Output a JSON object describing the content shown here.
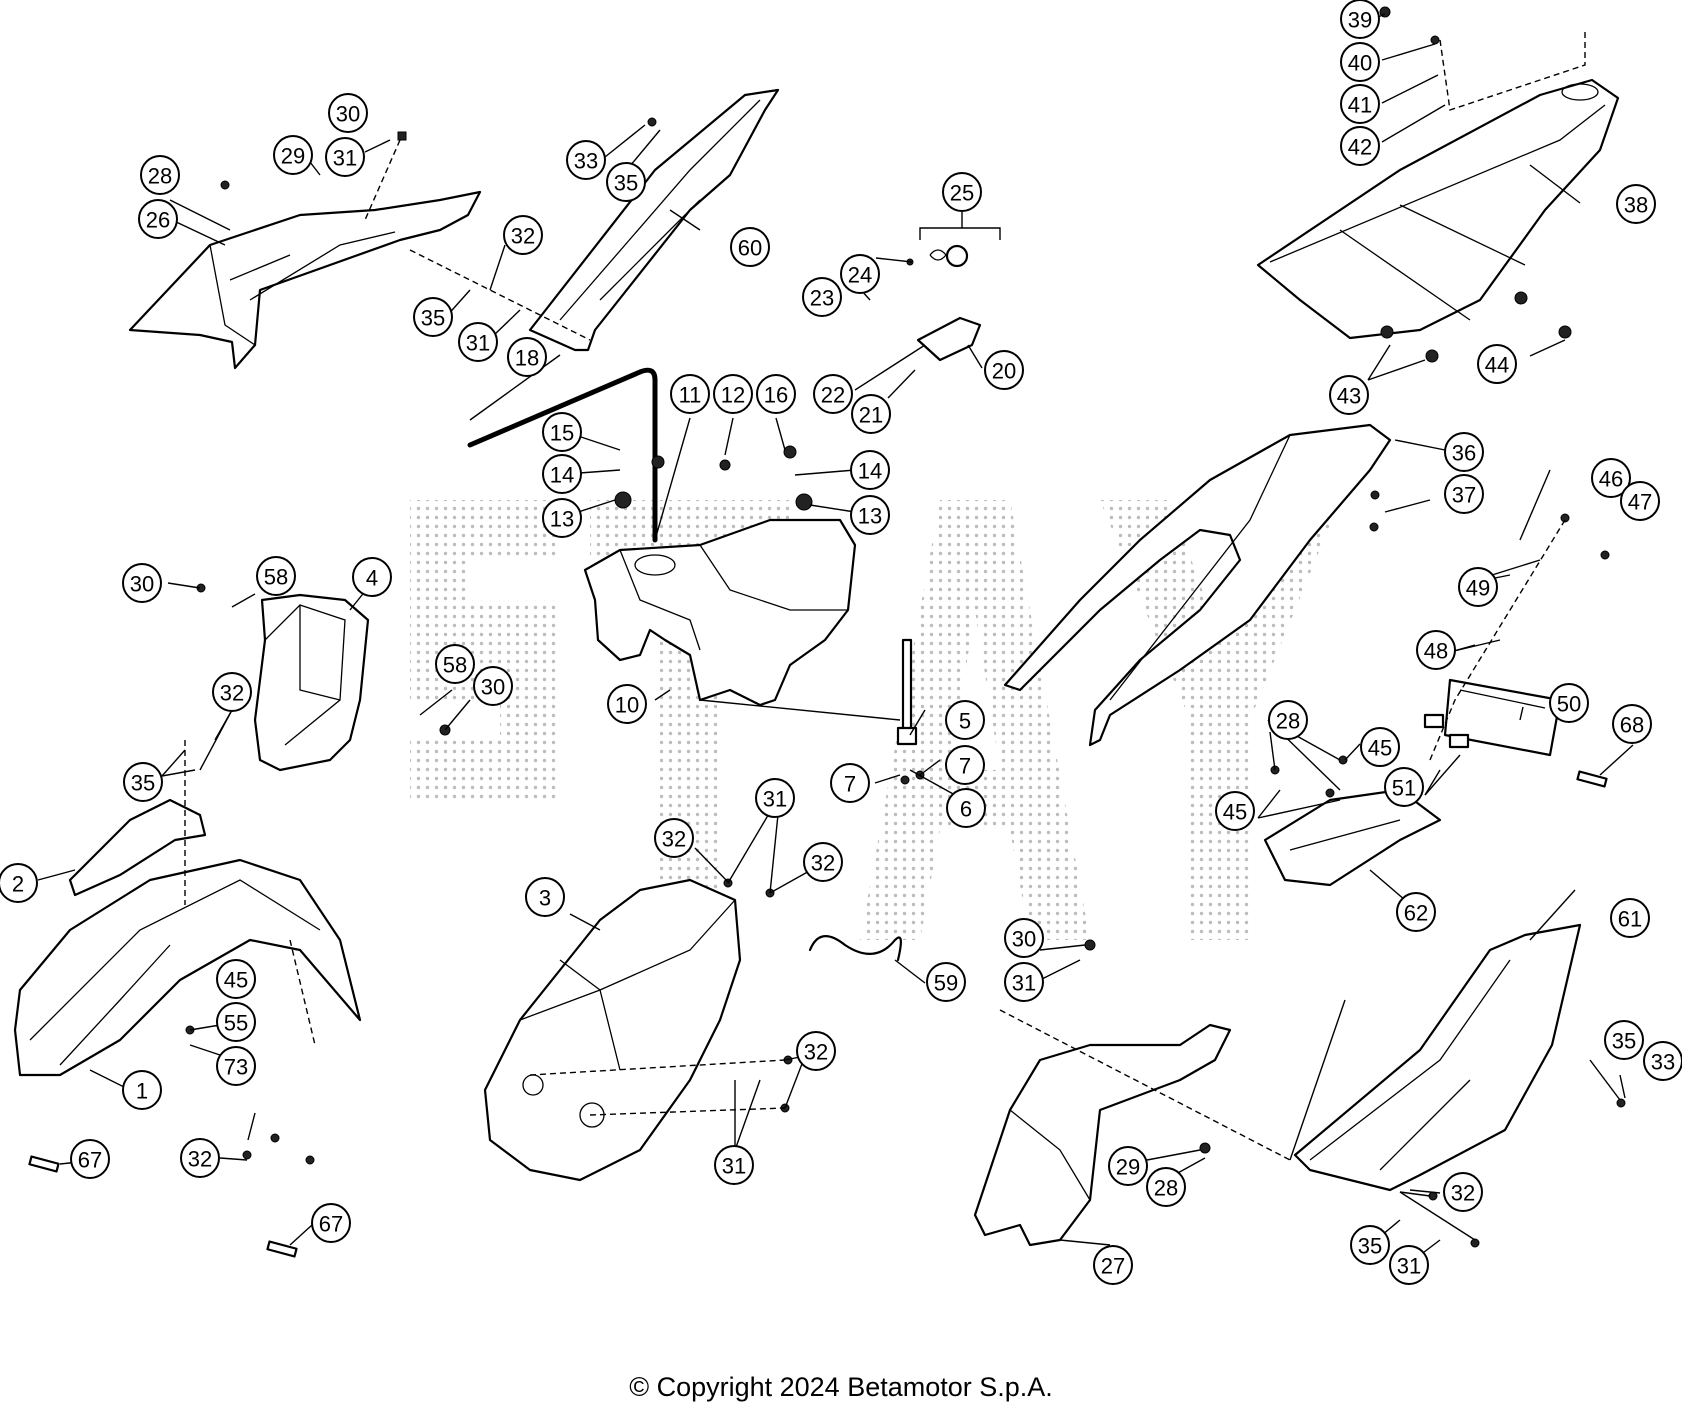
{
  "footer": {
    "copyright": "© Copyright 2024 Betamotor S.p.A."
  },
  "callouts": [
    "1",
    "2",
    "3",
    "4",
    "5",
    "6",
    "7",
    "10",
    "11",
    "12",
    "13",
    "14",
    "15",
    "16",
    "18",
    "20",
    "21",
    "22",
    "23",
    "24",
    "25",
    "26",
    "27",
    "28",
    "29",
    "30",
    "31",
    "32",
    "33",
    "35",
    "36",
    "37",
    "38",
    "39",
    "40",
    "41",
    "42",
    "43",
    "44",
    "45",
    "46",
    "47",
    "48",
    "49",
    "50",
    "51",
    "55",
    "58",
    "59",
    "60",
    "61",
    "62",
    "67",
    "68",
    "73"
  ],
  "watermark": {
    "color": "#bdbdbd"
  }
}
